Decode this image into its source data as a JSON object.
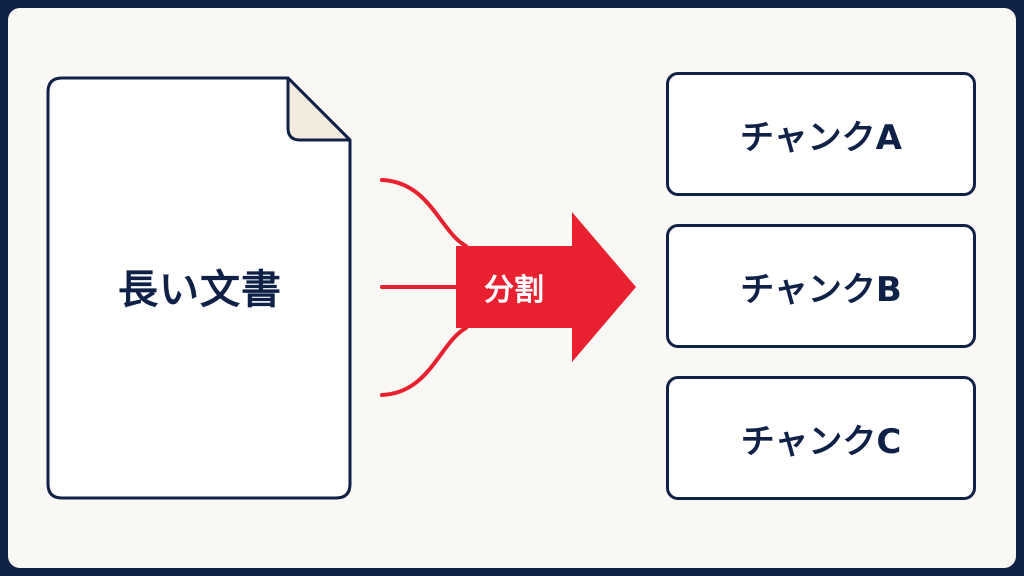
{
  "document": {
    "label": "長い文書"
  },
  "split_arrow": {
    "label": "分割"
  },
  "chunks": [
    {
      "label": "チャンクA"
    },
    {
      "label": "チャンクB"
    },
    {
      "label": "チャンクC"
    }
  ],
  "colors": {
    "frame": "#0f2147",
    "background": "#faf8f4",
    "accent": "#e8202f",
    "text": "#0f2147",
    "page_fold": "#f3ebdd"
  }
}
